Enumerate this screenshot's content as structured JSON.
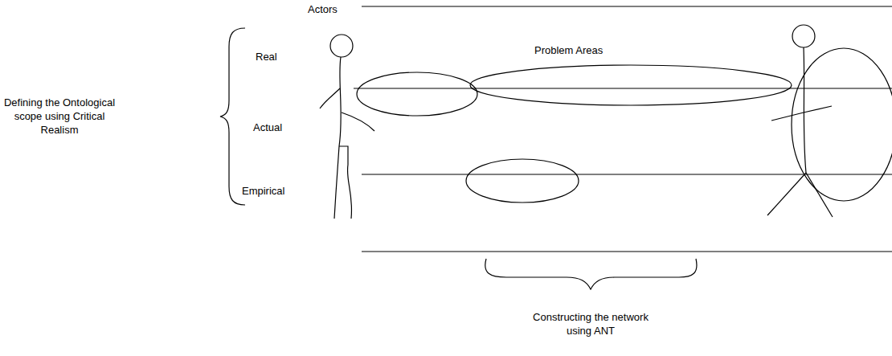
{
  "diagram": {
    "labels": [
      "Actors",
      "Problem Areas",
      "Defining the Ontological scope using Critical Realism",
      "Real",
      "Actual",
      "Empirical",
      "Constructing the network using ANT"
    ]
  }
}
